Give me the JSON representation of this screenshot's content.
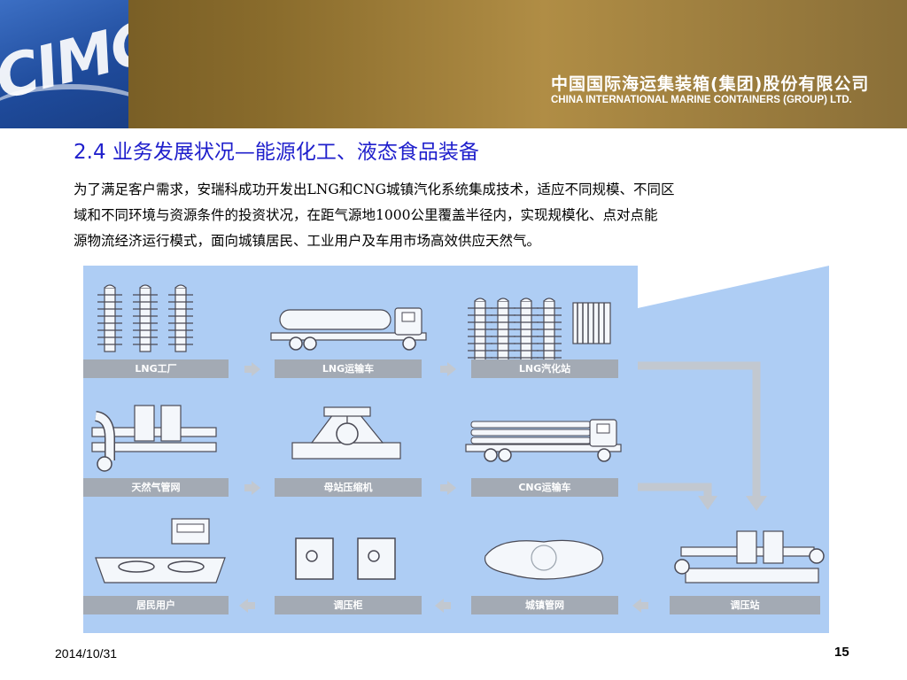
{
  "header": {
    "logo_text": "CIMC",
    "company_cn": "中国国际海运集装箱(集团)股份有限公司",
    "company_en": "CHINA INTERNATIONAL MARINE CONTAINERS (GROUP) LTD."
  },
  "title": "2.4 业务发展状况—能源化工、液态食品装备",
  "paragraph": {
    "line1": "为了满足客户需求，安瑞科成功开发出LNG和CNG城镇汽化系统集成技术，适应不同规模、不同区",
    "line2": "域和不同环境与资源条件的投资状况，在距气源地1000公里覆盖半径内，实现规模化、点对点能",
    "line3": "源物流经济运行模式，面向城镇居民、工业用户及车用市场高效供应天然气。"
  },
  "diagram": {
    "labels": {
      "lng_factory": "LNG工厂",
      "lng_truck": "LNG运输车",
      "lng_station": "LNG汽化站",
      "gas_pipeline": "天然气管网",
      "compressor": "母站压缩机",
      "cng_truck": "CNG运输车",
      "residential": "居民用户",
      "regulator_cabinet": "调压柜",
      "city_network": "城镇管网",
      "regulator_station": "调压站"
    },
    "colors": {
      "background": "#aecdf4",
      "label_bar": "#a3aab4",
      "arrow": "#c2c8d0",
      "equipment": "#4a4a55"
    }
  },
  "footer": {
    "date": "2014/10/31",
    "page": "15"
  }
}
